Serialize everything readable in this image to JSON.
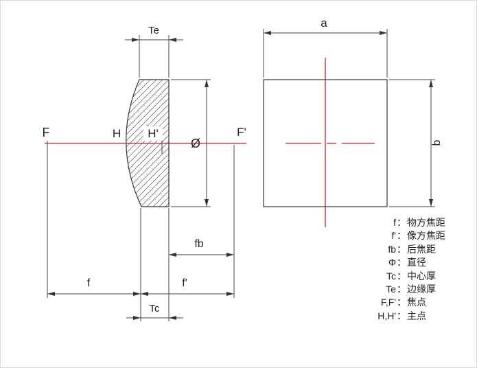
{
  "diagram": {
    "colors": {
      "axis": "#c41111",
      "line": "#333333"
    },
    "labels": {
      "F": "F",
      "H": "H",
      "H_prime": "H'",
      "F_prime": "F'",
      "diameter": "Ø",
      "Te": "Te",
      "Tc": "Tc",
      "f": "f",
      "f_prime": "f'",
      "fb": "fb",
      "a": "a",
      "b": "b"
    },
    "legend": {
      "separator": "：",
      "rows": [
        {
          "abbr": "f",
          "term": "物方焦距"
        },
        {
          "abbr": "f'",
          "term": "像方焦距"
        },
        {
          "abbr": "fb",
          "term": "后焦距"
        },
        {
          "abbr": "Φ",
          "term": "直径"
        },
        {
          "abbr": "Tc",
          "term": "中心厚"
        },
        {
          "abbr": "Te",
          "term": "边缘厚"
        },
        {
          "abbr": "F,F'",
          "term": "焦点"
        },
        {
          "abbr": "H,H'",
          "term": "主点"
        }
      ]
    }
  }
}
